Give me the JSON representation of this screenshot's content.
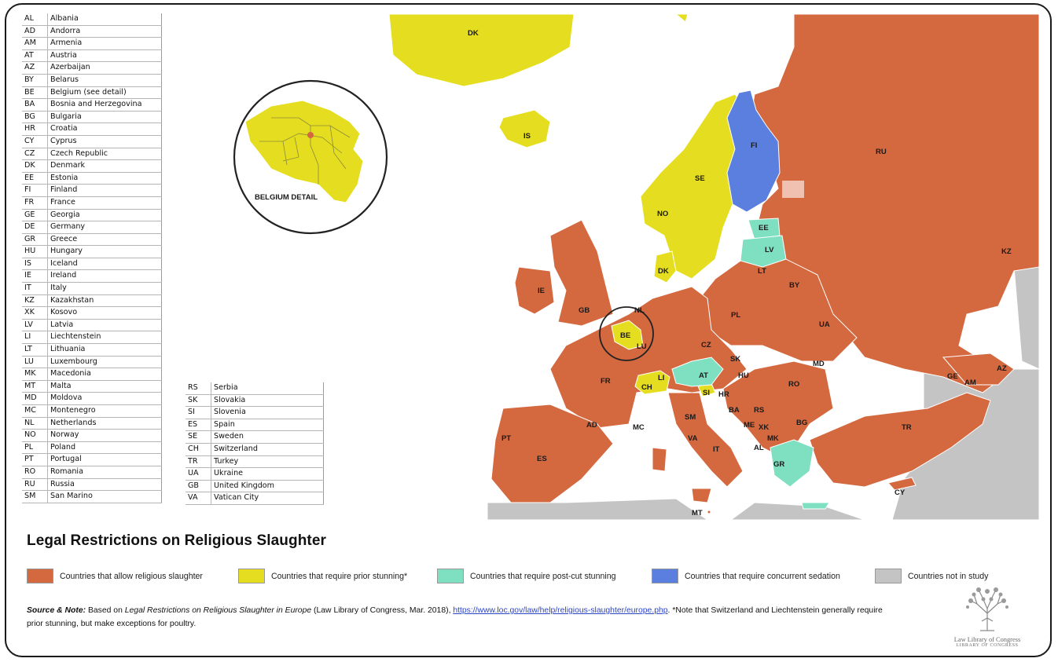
{
  "country_codes_left": [
    {
      "code": "AL",
      "name": "Albania"
    },
    {
      "code": "AD",
      "name": "Andorra"
    },
    {
      "code": "AM",
      "name": "Armenia"
    },
    {
      "code": "AT",
      "name": "Austria"
    },
    {
      "code": "AZ",
      "name": "Azerbaijan"
    },
    {
      "code": "BY",
      "name": "Belarus"
    },
    {
      "code": "BE",
      "name": "Belgium (see detail)"
    },
    {
      "code": "BA",
      "name": "Bosnia and Herzegovina"
    },
    {
      "code": "BG",
      "name": "Bulgaria"
    },
    {
      "code": "HR",
      "name": "Croatia"
    },
    {
      "code": "CY",
      "name": "Cyprus"
    },
    {
      "code": "CZ",
      "name": "Czech Republic"
    },
    {
      "code": "DK",
      "name": "Denmark"
    },
    {
      "code": "EE",
      "name": "Estonia"
    },
    {
      "code": "FI",
      "name": "Finland"
    },
    {
      "code": "FR",
      "name": "France"
    },
    {
      "code": "GE",
      "name": "Georgia"
    },
    {
      "code": "DE",
      "name": "Germany"
    },
    {
      "code": "GR",
      "name": "Greece"
    },
    {
      "code": "HU",
      "name": "Hungary"
    },
    {
      "code": "IS",
      "name": "Iceland"
    },
    {
      "code": "IE",
      "name": "Ireland"
    },
    {
      "code": "IT",
      "name": "Italy"
    },
    {
      "code": "KZ",
      "name": "Kazakhstan"
    },
    {
      "code": "XK",
      "name": "Kosovo"
    },
    {
      "code": "LV",
      "name": "Latvia"
    },
    {
      "code": "LI",
      "name": "Liechtenstein"
    },
    {
      "code": "LT",
      "name": "Lithuania"
    },
    {
      "code": "LU",
      "name": "Luxembourg"
    },
    {
      "code": "MK",
      "name": "Macedonia"
    },
    {
      "code": "MT",
      "name": "Malta"
    },
    {
      "code": "MD",
      "name": "Moldova"
    },
    {
      "code": "MC",
      "name": "Montenegro"
    },
    {
      "code": "NL",
      "name": "Netherlands"
    },
    {
      "code": "NO",
      "name": "Norway"
    },
    {
      "code": "PL",
      "name": "Poland"
    },
    {
      "code": "PT",
      "name": "Portugal"
    },
    {
      "code": "RO",
      "name": "Romania"
    },
    {
      "code": "RU",
      "name": "Russia"
    },
    {
      "code": "SM",
      "name": "San Marino"
    }
  ],
  "country_codes_right": [
    {
      "code": "RS",
      "name": "Serbia"
    },
    {
      "code": "SK",
      "name": "Slovakia"
    },
    {
      "code": "SI",
      "name": "Slovenia"
    },
    {
      "code": "ES",
      "name": "Spain"
    },
    {
      "code": "SE",
      "name": "Sweden"
    },
    {
      "code": "CH",
      "name": "Switzerland"
    },
    {
      "code": "TR",
      "name": "Turkey"
    },
    {
      "code": "UA",
      "name": "Ukraine"
    },
    {
      "code": "GB",
      "name": "United Kingdom"
    },
    {
      "code": "VA",
      "name": "Vatican City"
    }
  ],
  "belgium_detail_label": "BELGIUM DETAIL",
  "title": "Legal Restrictions on Religious Slaughter",
  "legend": [
    {
      "label": "Countries that allow religious slaughter",
      "color": "#d4683f"
    },
    {
      "label": "Countries that require prior stunning*",
      "color": "#e5de20"
    },
    {
      "label": "Countries that require post-cut stunning",
      "color": "#7ee0c0"
    },
    {
      "label": "Countries that require concurrent sedation",
      "color": "#5a7fde"
    },
    {
      "label": "Countries not in study",
      "color": "#c4c4c4"
    }
  ],
  "note": {
    "prefix": "Source & Note:",
    "text1": " Based on ",
    "source_title": "Legal Restrictions on Religious Slaughter in Europe",
    "text2": " (Law Library of Congress, Mar. 2018), ",
    "link": "https://www.loc.gov/law/help/religious-slaughter/europe.php",
    "text3": ". *Note that Switzerland and Liechtenstein generally require prior stunning, but make exceptions for poultry."
  },
  "logo": {
    "line1": "Law Library of Congress",
    "line2": "LIBRARY OF CONGRESS"
  },
  "colors": {
    "allow": "#d4683f",
    "prior_stunning": "#e5de20",
    "post_cut": "#7ee0c0",
    "concurrent": "#5a7fde",
    "not_in_study": "#c4c4c4"
  },
  "map_labels": {
    "DK_top": "DK",
    "IS": "IS",
    "FI": "FI",
    "RU": "RU",
    "SE": "SE",
    "NO": "NO",
    "EE": "EE",
    "LV": "LV",
    "KZ": "KZ",
    "DK": "DK",
    "LT": "LT",
    "BY": "BY",
    "IE": "IE",
    "GB": "GB",
    "NL": "NL",
    "PL": "PL",
    "UA": "UA",
    "BE": "BE",
    "LU": "LU",
    "CZ": "CZ",
    "SK": "SK",
    "MD": "MD",
    "AT": "AT",
    "HU": "HU",
    "RO": "RO",
    "FR": "FR",
    "LI": "LI",
    "CH": "CH",
    "SI": "SI",
    "HR": "HR",
    "GE": "GE",
    "AM": "AM",
    "AZ": "AZ",
    "SM": "SM",
    "BA": "BA",
    "RS": "RS",
    "AD": "AD",
    "MC": "MC",
    "ME": "ME",
    "XK": "XK",
    "BG": "BG",
    "PT": "PT",
    "VA": "VA",
    "MK": "MK",
    "TR": "TR",
    "ES": "ES",
    "IT": "IT",
    "AL": "AL",
    "GR": "GR",
    "CY": "CY",
    "MT": "MT"
  }
}
